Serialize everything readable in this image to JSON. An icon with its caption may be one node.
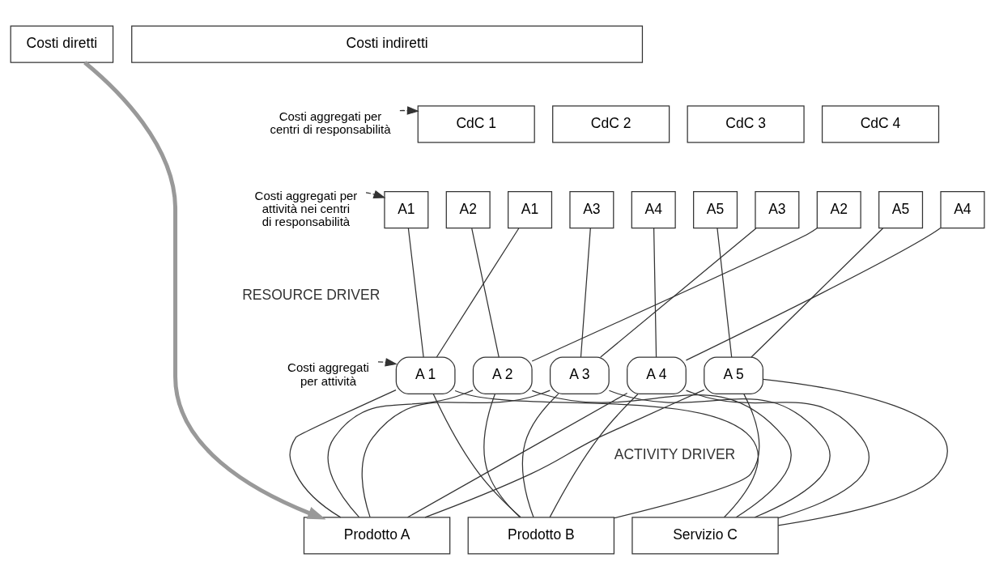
{
  "diagram": {
    "nodes": [
      {
        "text": [
          "Costi diretti"
        ]
      },
      {
        "text": [
          "Costi indiretti"
        ]
      },
      {
        "text": [
          "CdC 1"
        ]
      },
      {
        "text": [
          "CdC 2"
        ]
      },
      {
        "text": [
          "CdC 3"
        ]
      },
      {
        "text": [
          "CdC 4"
        ]
      },
      {
        "text": [
          "A1"
        ]
      },
      {
        "text": [
          "A2"
        ]
      },
      {
        "text": [
          "A1"
        ]
      },
      {
        "text": [
          "A3"
        ]
      },
      {
        "text": [
          "A4"
        ]
      },
      {
        "text": [
          "A5"
        ]
      },
      {
        "text": [
          "A3"
        ]
      },
      {
        "text": [
          "A2"
        ]
      },
      {
        "text": [
          "A5"
        ]
      },
      {
        "text": [
          "A4"
        ]
      },
      {
        "text": [
          "A 1"
        ]
      },
      {
        "text": [
          "A 2"
        ]
      },
      {
        "text": [
          "A 3"
        ]
      },
      {
        "text": [
          "A 4"
        ]
      },
      {
        "text": [
          "A 5"
        ]
      },
      {
        "text": [
          "Prodotto A"
        ]
      },
      {
        "text": [
          "Prodotto B"
        ]
      },
      {
        "text": [
          "Servizio C"
        ]
      },
      {
        "text": [
          "Costi aggregati per centri di responsabilità"
        ]
      },
      {
        "text": [
          "Costi aggregati per attività nei centri di responsabilità"
        ]
      },
      {
        "text": [
          "Costi aggregati per attività"
        ]
      }
    ],
    "edges": [
      {
        "from": 0,
        "to": 21,
        "arrow": "to",
        "style": "thick",
        "color": "#999999"
      },
      {
        "from": 24,
        "to": 2,
        "arrow": "to",
        "style": "dashed"
      },
      {
        "from": 25,
        "to": 6,
        "arrow": "to",
        "style": "dashed"
      },
      {
        "from": 26,
        "to": 16,
        "arrow": "to",
        "style": "dashed"
      },
      {
        "from": 6,
        "to": 16,
        "arrow": "none"
      },
      {
        "from": 7,
        "to": 17,
        "arrow": "none"
      },
      {
        "from": 8,
        "to": 16,
        "arrow": "none"
      },
      {
        "from": 9,
        "to": 18,
        "arrow": "none"
      },
      {
        "from": 10,
        "to": 19,
        "arrow": "none"
      },
      {
        "from": 11,
        "to": 20,
        "arrow": "none"
      },
      {
        "from": 12,
        "to": 18,
        "arrow": "none"
      },
      {
        "from": 13,
        "to": 17,
        "arrow": "none"
      },
      {
        "from": 14,
        "to": 20,
        "arrow": "none"
      },
      {
        "from": 15,
        "to": 19,
        "arrow": "none"
      },
      {
        "from": 16,
        "to": 21,
        "arrow": "none"
      },
      {
        "from": 16,
        "to": 22,
        "arrow": "none"
      },
      {
        "from": 16,
        "to": 23,
        "arrow": "none"
      },
      {
        "from": 17,
        "to": 21,
        "arrow": "none"
      },
      {
        "from": 17,
        "to": 22,
        "arrow": "none"
      },
      {
        "from": 17,
        "to": 23,
        "arrow": "none"
      },
      {
        "from": 18,
        "to": 21,
        "arrow": "none"
      },
      {
        "from": 18,
        "to": 22,
        "arrow": "none"
      },
      {
        "from": 18,
        "to": 23,
        "arrow": "none"
      },
      {
        "from": 19,
        "to": 21,
        "arrow": "none"
      },
      {
        "from": 19,
        "to": 22,
        "arrow": "none"
      },
      {
        "from": 19,
        "to": 23,
        "arrow": "none"
      },
      {
        "from": 20,
        "to": 21,
        "arrow": "none"
      },
      {
        "from": 20,
        "to": 22,
        "arrow": "none"
      },
      {
        "from": 20,
        "to": 23,
        "arrow": "none"
      }
    ],
    "labels": [
      "RESOURCE DRIVER",
      "ACTIVITY DRIVER"
    ]
  }
}
